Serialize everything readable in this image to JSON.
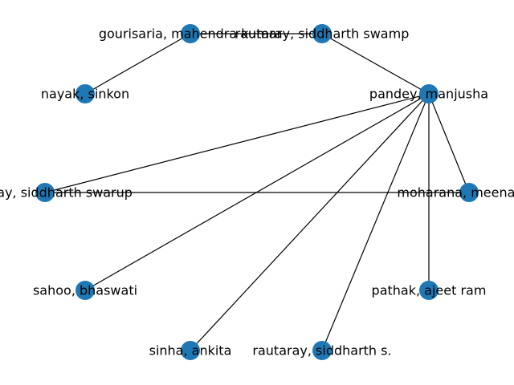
{
  "graph": {
    "node_color": "#1f77b4",
    "edge_color": "#000000",
    "nodes": [
      {
        "id": "n1",
        "label": "gourisaria, mahendra kumar"
      },
      {
        "id": "n2",
        "label": "rautaray, siddharth swamp"
      },
      {
        "id": "n3",
        "label": "nayak, sinkon"
      },
      {
        "id": "n4",
        "label": "pandey, manjusha"
      },
      {
        "id": "n5",
        "label": "rautaray, siddharth swarup"
      },
      {
        "id": "n6",
        "label": "moharana, meenakshi"
      },
      {
        "id": "n7",
        "label": "sahoo, bhaswati"
      },
      {
        "id": "n8",
        "label": "pathak, ajeet ram"
      },
      {
        "id": "n9",
        "label": "sinha, ankita"
      },
      {
        "id": "n10",
        "label": "rautaray, siddharth s."
      }
    ],
    "edges": [
      [
        "n1",
        "n3"
      ],
      [
        "n1",
        "n2"
      ],
      [
        "n2",
        "n4"
      ],
      [
        "n4",
        "n5"
      ],
      [
        "n4",
        "n6"
      ],
      [
        "n4",
        "n7"
      ],
      [
        "n4",
        "n8"
      ],
      [
        "n4",
        "n9"
      ],
      [
        "n4",
        "n10"
      ],
      [
        "n5",
        "n6"
      ]
    ]
  }
}
